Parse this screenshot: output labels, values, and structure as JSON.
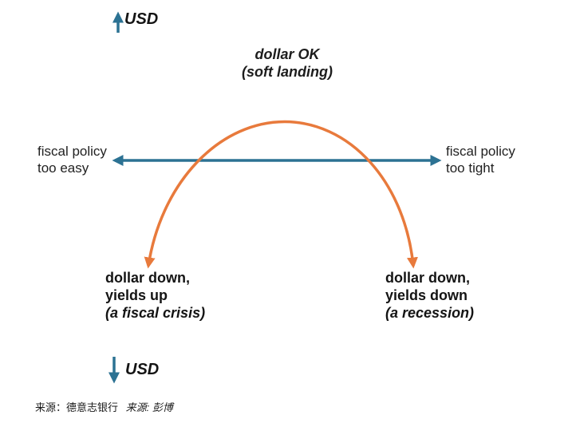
{
  "colors": {
    "axis_blue": "#2C7293",
    "arc_orange": "#E87A3C",
    "text": "#1D1D1D"
  },
  "axes": {
    "up_label": "USD",
    "down_label": "USD"
  },
  "labels": {
    "top_outcome": {
      "line1": "dollar OK",
      "line2": "(soft landing)"
    },
    "left_axis_end": {
      "line1": "fiscal policy",
      "line2": "too easy"
    },
    "right_axis_end": {
      "line1": "fiscal policy",
      "line2": "too tight"
    },
    "left_outcome": {
      "line1": "dollar down,",
      "line2": "yields up",
      "line3": "(a fiscal crisis)"
    },
    "right_outcome": {
      "line1": "dollar down,",
      "line2": "yields down",
      "line3": "(a recession)"
    }
  },
  "caption": {
    "source_primary": "来源：德意志银行",
    "source_secondary": "来源: 彭博"
  }
}
